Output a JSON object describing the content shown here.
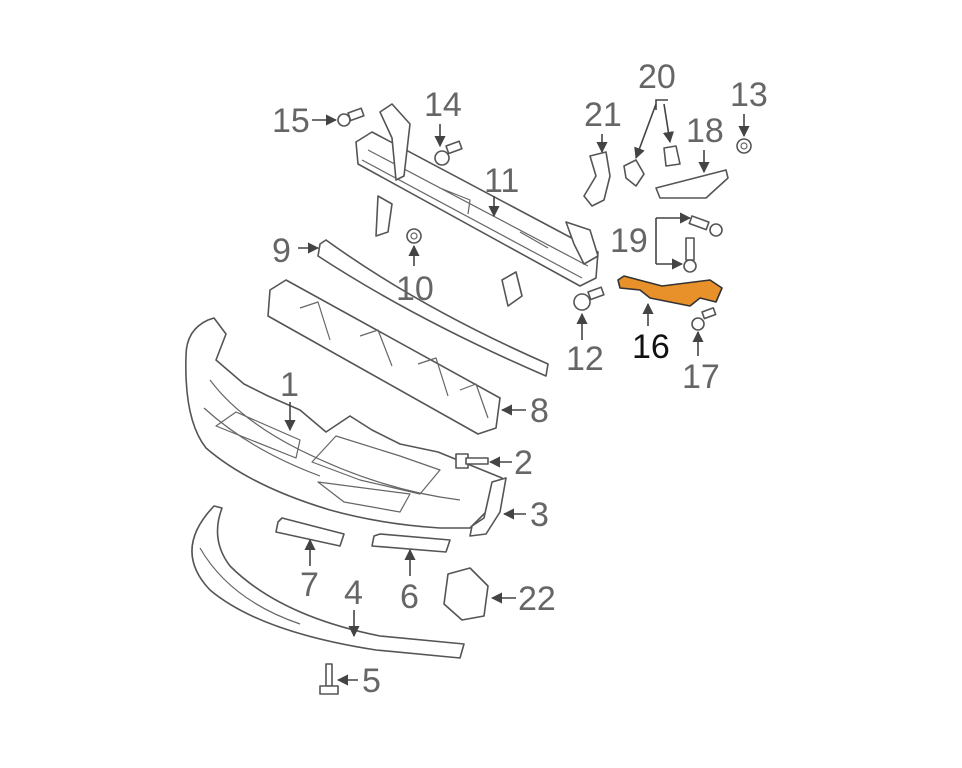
{
  "colors": {
    "highlight_fill": "#e8902a",
    "highlight_stroke": "#333333",
    "part_stroke": "#555555",
    "callout_text": "#666666",
    "highlight_text": "#111111"
  },
  "callouts": {
    "c1": "1",
    "c2": "2",
    "c3": "3",
    "c4": "4",
    "c5": "5",
    "c6": "6",
    "c7": "7",
    "c8": "8",
    "c9": "9",
    "c10": "10",
    "c11": "11",
    "c12": "12",
    "c13": "13",
    "c14": "14",
    "c15": "15",
    "c16": "16",
    "c17": "17",
    "c18": "18",
    "c19": "19",
    "c20": "20",
    "c21": "21",
    "c22": "22"
  },
  "highlighted_part": "16"
}
